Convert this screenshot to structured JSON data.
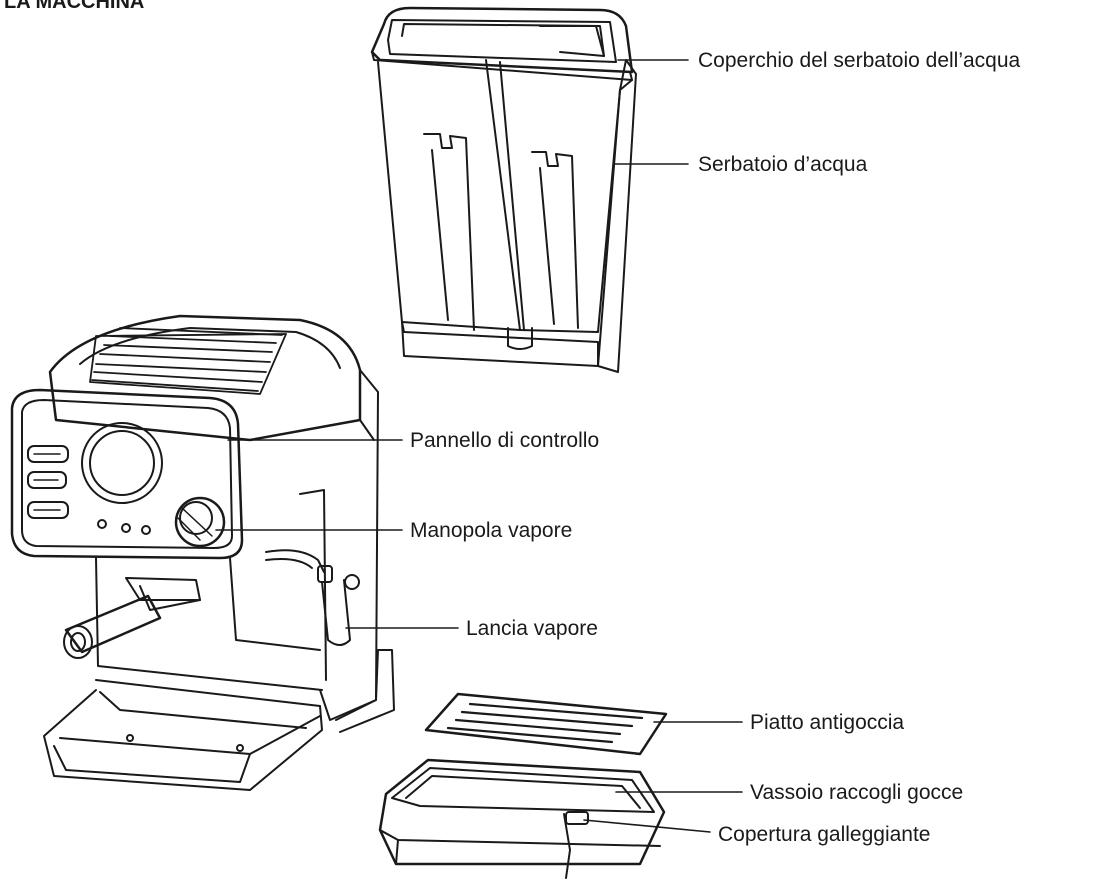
{
  "heading": "LA MACCHINA",
  "labels": {
    "water_tank_lid": "Coperchio del serbatoio dell’acqua",
    "water_tank": "Serbatoio d’acqua",
    "control_panel": "Pannello di controllo",
    "steam_knob": "Manopola vapore",
    "steam_wand": "Lancia vapore",
    "drip_plate": "Piatto antigoccia",
    "drip_tray": "Vassoio raccogli gocce",
    "float_cover": "Copertura galleggiante"
  },
  "colors": {
    "line": "#1a1a1a",
    "background": "#ffffff"
  }
}
